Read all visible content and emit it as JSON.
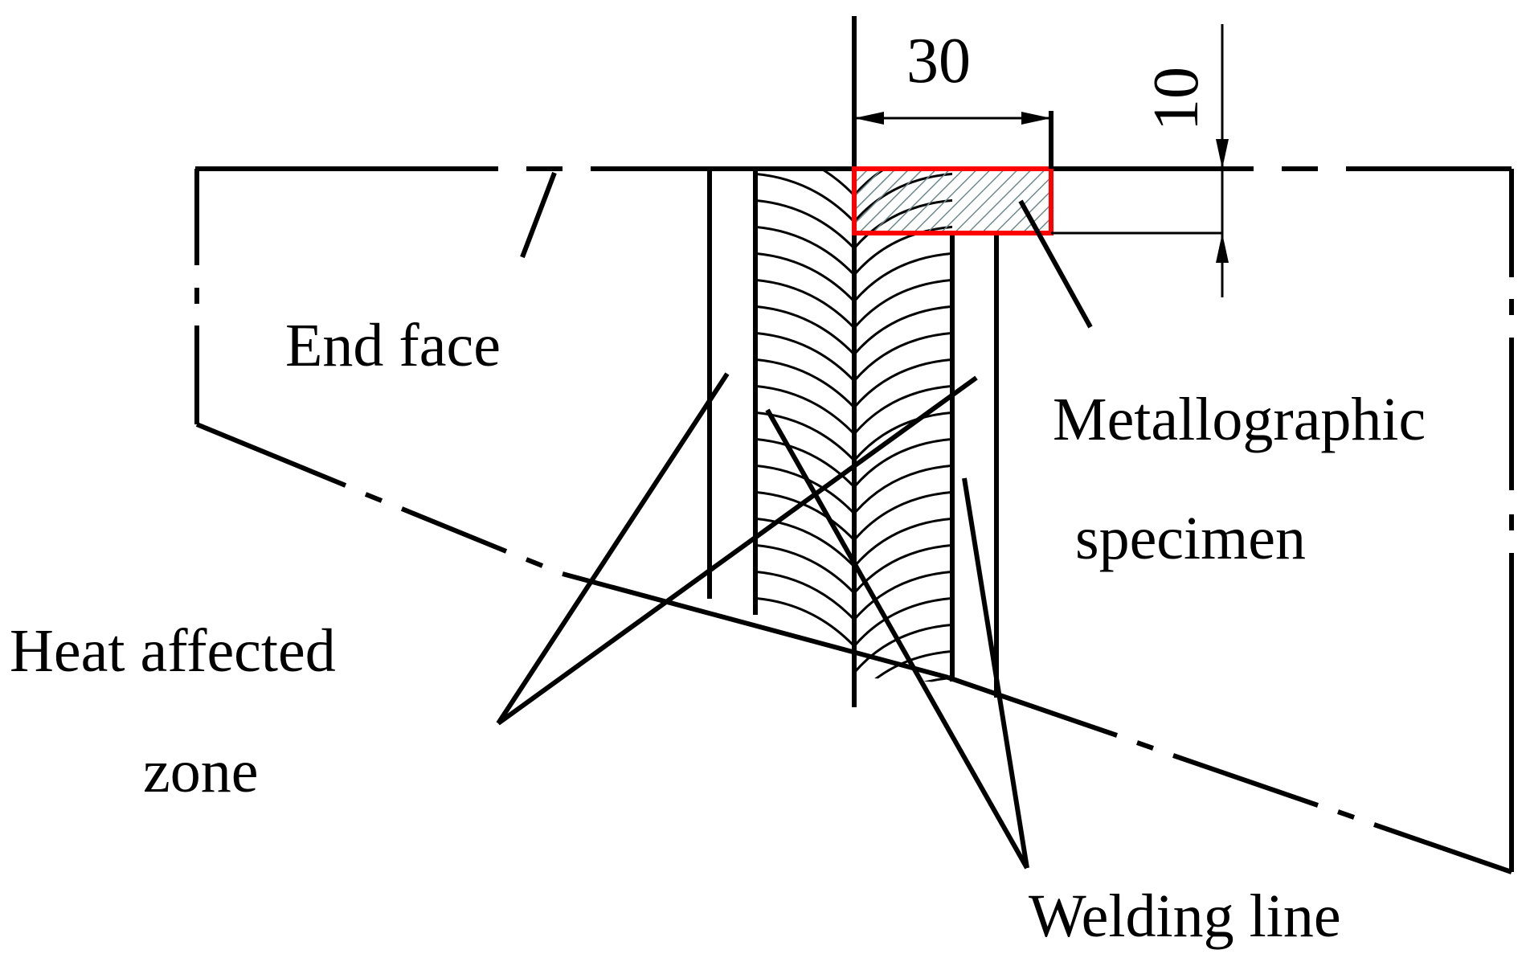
{
  "colors": {
    "line": "#000000",
    "specimen_outline": "#ff0000",
    "specimen_hatch": "#6e8a8a",
    "background": "#ffffff"
  },
  "labels": {
    "end_face": "End face",
    "metallographic_line1": "Metallographic",
    "metallographic_line2": "specimen",
    "haz_line1": "Heat affected",
    "haz_line2": "zone",
    "welding_line": "Welding line"
  },
  "dimensions": {
    "width": "30",
    "depth": "10"
  }
}
